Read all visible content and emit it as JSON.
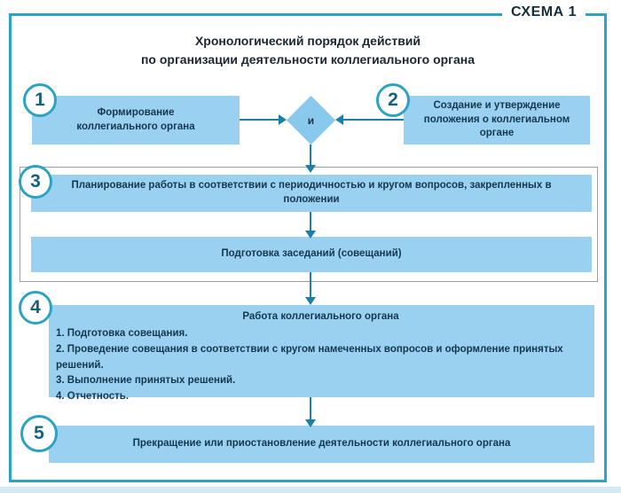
{
  "schema_label": "СХЕМА 1",
  "title": {
    "line1": "Хронологический порядок действий",
    "line2": "по организации деятельности коллегиального органа"
  },
  "flow": {
    "connector_label": "и",
    "step1": {
      "number": "1",
      "label": "Формирование коллегиального органа"
    },
    "step2": {
      "number": "2",
      "label": "Создание и утверждение положения о коллегиальном органе"
    },
    "step3": {
      "number": "3",
      "planning_label": "Планирование работы в соответствии с периодичностью и кругом вопросов, закрепленных в положении",
      "preparation_label": "Подготовка заседаний (совещаний)"
    },
    "step4": {
      "number": "4",
      "title": "Работа коллегиального органа",
      "items": [
        "1. Подготовка совещания.",
        "2. Проведение совещания в соответствии с кругом намеченных вопросов и оформление принятых решений.",
        "3. Выполнение принятых решений.",
        "4. Отчетность."
      ]
    },
    "step5": {
      "number": "5",
      "label": "Прекращение или приостановление деятельности коллегиального органа"
    }
  },
  "colors": {
    "frame_teal": "#2ba3c2",
    "arrow_teal": "#1b7fa8",
    "box_fill": "#9bd1f0",
    "diamond_fill": "#89c9ee",
    "box_text": "#143750"
  }
}
